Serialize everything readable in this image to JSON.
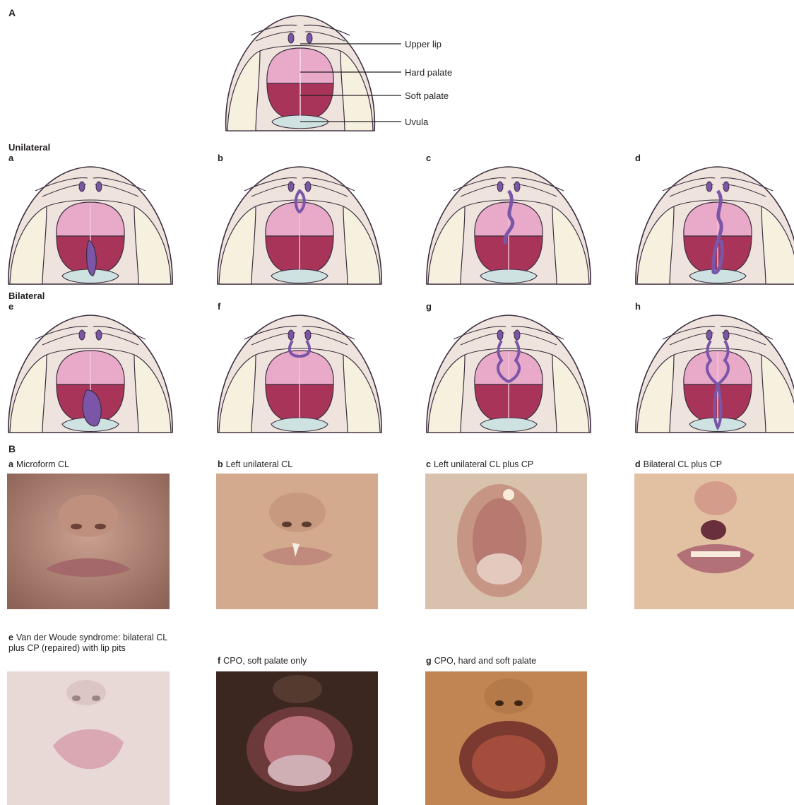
{
  "section_a": {
    "letter": "A",
    "labels": [
      "Upper lip",
      "Hard palate",
      "Soft palate",
      "Uvula"
    ],
    "unilateral_heading": "Unilateral",
    "bilateral_heading": "Bilateral",
    "unilateral_panels": [
      "a",
      "b",
      "c",
      "d"
    ],
    "bilateral_panels": [
      "e",
      "f",
      "g",
      "h"
    ]
  },
  "section_b": {
    "letter": "B",
    "photos": [
      {
        "letter": "a",
        "caption": "Microform CL"
      },
      {
        "letter": "b",
        "caption": "Left unilateral CL"
      },
      {
        "letter": "c",
        "caption": "Left unilateral CL plus CP"
      },
      {
        "letter": "d",
        "caption": "Bilateral CL plus CP"
      },
      {
        "letter": "e",
        "caption": "Van der Woude syndrome: bilateral CL plus CP (repaired) with lip pits"
      },
      {
        "letter": "f",
        "caption": "CPO, soft palate only"
      },
      {
        "letter": "g",
        "caption": "CPO, hard and soft palate"
      }
    ]
  },
  "colors": {
    "face": "#efe4dd",
    "face_shadow": "#e6d4c9",
    "cheek": "#f6f0df",
    "hard_palate": "#e9a9c9",
    "hard_palate_light": "#f2c6dc",
    "soft_palate": "#a8345a",
    "teeth_gum": "#cfe2e2",
    "cleft": "#7a55a8",
    "outline": "#3c2f3f"
  }
}
